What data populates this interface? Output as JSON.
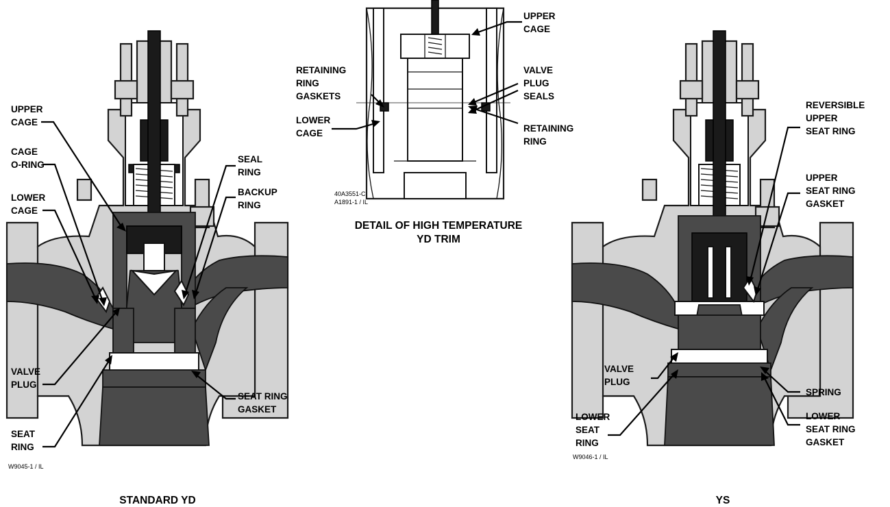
{
  "standard": {
    "caption": "STANDARD YD",
    "code": "W9045-1 / IL",
    "labels": {
      "upper_cage": [
        "UPPER",
        "CAGE"
      ],
      "cage_oring": [
        "CAGE",
        "O-RING"
      ],
      "lower_cage": [
        "LOWER",
        "CAGE"
      ],
      "valve_plug": [
        "VALVE",
        "PLUG"
      ],
      "seat_ring": [
        "SEAT",
        "RING"
      ],
      "seal_ring": [
        "SEAL",
        "RING"
      ],
      "backup_ring": [
        "BACKUP",
        "RING"
      ],
      "seat_ring_gasket": [
        "SEAT RING",
        "GASKET"
      ]
    }
  },
  "detail": {
    "caption": [
      "DETAIL OF HIGH TEMPERATURE",
      "YD TRIM"
    ],
    "codes": [
      "40A3551-C",
      "A1891-1 / IL"
    ],
    "labels": {
      "upper_cage": [
        "UPPER",
        "CAGE"
      ],
      "retaining_ring_gaskets": [
        "RETAINING",
        "RING",
        "GASKETS"
      ],
      "lower_cage": [
        "LOWER",
        "CAGE"
      ],
      "valve_plug_seals": [
        "VALVE",
        "PLUG",
        "SEALS"
      ],
      "retaining_ring": [
        "RETAINING",
        "RING"
      ]
    }
  },
  "ys": {
    "caption": "YS",
    "code": "W9046-1 / IL",
    "labels": {
      "reversible_upper_seat_ring": [
        "REVERSIBLE",
        "UPPER",
        "SEAT RING"
      ],
      "upper_seat_ring_gasket": [
        "UPPER",
        "SEAT RING",
        "GASKET"
      ],
      "valve_plug": [
        "VALVE",
        "PLUG"
      ],
      "spring": [
        "SPRING"
      ],
      "lower_seat_ring": [
        "LOWER",
        "SEAT",
        "RING"
      ],
      "lower_seat_ring_gasket": [
        "LOWER",
        "SEAT RING",
        "GASKET"
      ]
    }
  }
}
